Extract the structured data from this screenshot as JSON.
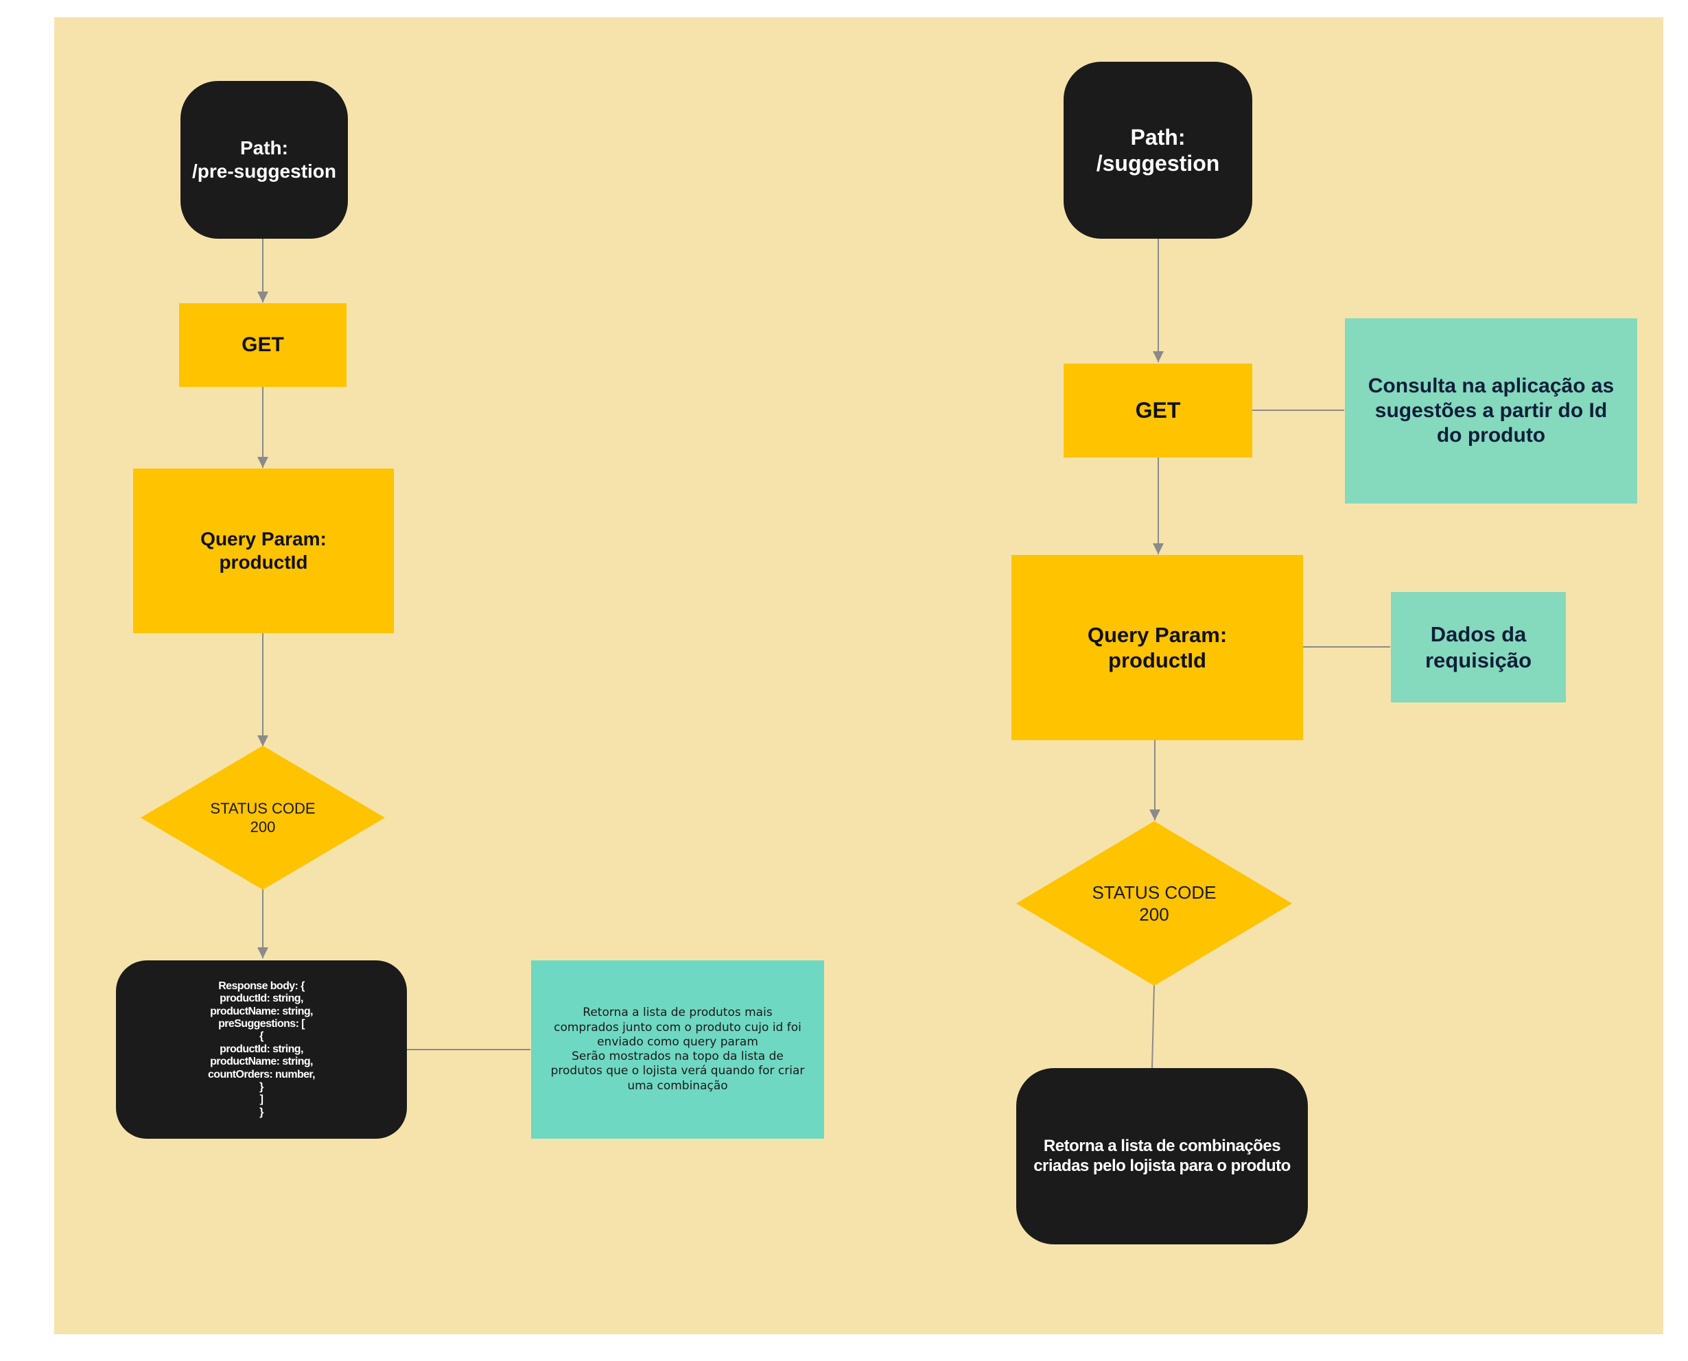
{
  "left_flow": {
    "path_box": "Path:\n/pre-suggestion",
    "method_box": "GET",
    "query_box": "Query Param:\nproductId",
    "status_box": "STATUS CODE\n200",
    "response_box": "Response body: {\nproductId: string,\nproductName: string,\npreSuggestions: [\n{\nproductId: string,\nproductName: string,\ncountOrders: number,\n}\n]\n}",
    "response_note": "Retorna a lista de produtos mais\ncomprados junto com o produto cujo id foi\nenviado como query param\nSerão mostrados na topo da lista de\nprodutos que o lojista verá quando for criar\numa combinação"
  },
  "right_flow": {
    "path_box": "Path:\n/suggestion",
    "method_box": "GET",
    "method_note": "Consulta na aplicação as\nsugestões a partir do Id\ndo produto",
    "query_box": "Query Param:\nproductId",
    "query_note": "Dados da\nrequisição",
    "status_box": "STATUS CODE\n200",
    "result_box": "Retorna a lista de combinações\ncriadas pelo lojista para o produto"
  },
  "colors": {
    "background": "#f6e3ac",
    "dark_box": "#1b1b1b",
    "yellow_box": "#ffc300",
    "note_box": "#85d9bd",
    "connector": "#8a8a8a"
  }
}
